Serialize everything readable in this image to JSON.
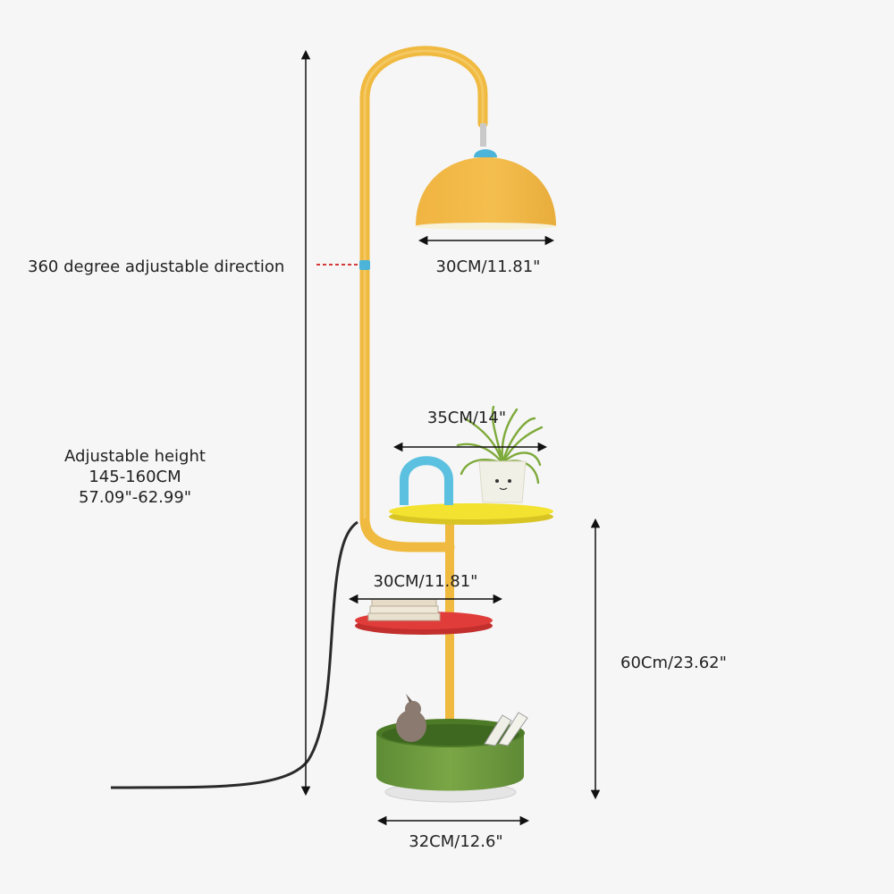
{
  "annotations": {
    "rotation": "360 degree adjustable direction",
    "height_title": "Adjustable height",
    "height_cm": "145-160CM",
    "height_in": "57.09\"-62.99\"",
    "shade_width": "30CM/11.81\"",
    "top_shelf_width": "35CM/14\"",
    "middle_shelf_width": "30CM/11.81\"",
    "shelves_height": "60Cm/23.62\"",
    "base_width": "32CM/12.6\""
  },
  "colors": {
    "background": "#f6f6f6",
    "pole": "#f0b93f",
    "shade": "#f2b945",
    "joint": "#4bb4d8",
    "top_shelf": "#f3e230",
    "middle_shelf": "#e03c3a",
    "base_basket": "#6f9a3e",
    "plant_pot": "#f1f0e6",
    "cable": "#2a2a2a"
  },
  "icons": {
    "arch_handle": "arch-handle-icon",
    "plant": "plant-icon",
    "books": "books-icon",
    "rabbit": "rabbit-figurine-icon"
  }
}
